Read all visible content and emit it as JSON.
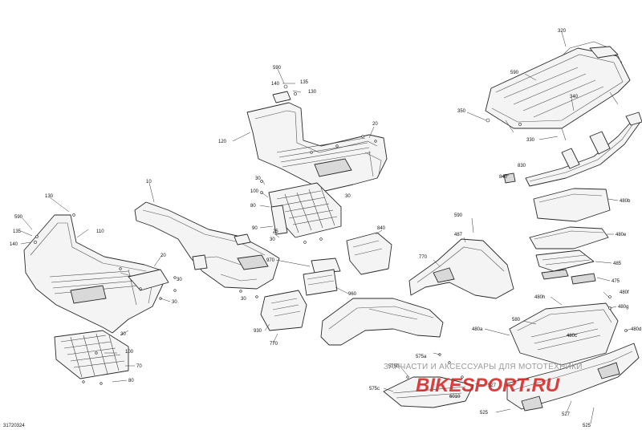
{
  "drawing_number": "31720324",
  "watermark": {
    "text": "ЗАПЧАСТИ И АКСЕССУАРЫ ДЛЯ МОТОТЕХНИКИ",
    "logo_text": "BIKESPORT.RU",
    "logo_color": "#d21f1f"
  },
  "callouts": [
    {
      "id": "c320",
      "label": "320"
    },
    {
      "id": "c590a",
      "label": "590"
    },
    {
      "id": "c340",
      "label": "340"
    },
    {
      "id": "c350",
      "label": "350"
    },
    {
      "id": "c330",
      "label": "330"
    },
    {
      "id": "c830",
      "label": "830"
    },
    {
      "id": "c840",
      "label": "840"
    },
    {
      "id": "c590b",
      "label": "590"
    },
    {
      "id": "c135a",
      "label": "135"
    },
    {
      "id": "c140a",
      "label": "140"
    },
    {
      "id": "c130a",
      "label": "130"
    },
    {
      "id": "c120",
      "label": "120"
    },
    {
      "id": "c20a",
      "label": "20"
    },
    {
      "id": "c30a",
      "label": "30"
    },
    {
      "id": "c100a",
      "label": "100"
    },
    {
      "id": "c80a",
      "label": "80"
    },
    {
      "id": "c90",
      "label": "90"
    },
    {
      "id": "c25",
      "label": "25"
    },
    {
      "id": "c30b",
      "label": "30"
    },
    {
      "id": "c30c",
      "label": "30"
    },
    {
      "id": "c10",
      "label": "10"
    },
    {
      "id": "c30d",
      "label": "30"
    },
    {
      "id": "c130b",
      "label": "130"
    },
    {
      "id": "c590c",
      "label": "590"
    },
    {
      "id": "c135b",
      "label": "135"
    },
    {
      "id": "c140b",
      "label": "140"
    },
    {
      "id": "c110",
      "label": "110"
    },
    {
      "id": "c20b",
      "label": "20"
    },
    {
      "id": "c30e",
      "label": "30"
    },
    {
      "id": "c30f",
      "label": "30"
    },
    {
      "id": "c30g",
      "label": "30"
    },
    {
      "id": "c100b",
      "label": "100"
    },
    {
      "id": "c70",
      "label": "70"
    },
    {
      "id": "c80b",
      "label": "80"
    },
    {
      "id": "c970",
      "label": "970"
    },
    {
      "id": "c840b",
      "label": "840"
    },
    {
      "id": "c960",
      "label": "960"
    },
    {
      "id": "c930",
      "label": "930"
    },
    {
      "id": "c770a",
      "label": "770"
    },
    {
      "id": "c590d",
      "label": "590"
    },
    {
      "id": "c487",
      "label": "487"
    },
    {
      "id": "c770b",
      "label": "770"
    },
    {
      "id": "c480b",
      "label": "480b"
    },
    {
      "id": "c480e",
      "label": "480e"
    },
    {
      "id": "c485",
      "label": "485"
    },
    {
      "id": "c475",
      "label": "475"
    },
    {
      "id": "c480f",
      "label": "480f"
    },
    {
      "id": "c480h",
      "label": "480h"
    },
    {
      "id": "c480g",
      "label": "480g"
    },
    {
      "id": "c480d",
      "label": "480d"
    },
    {
      "id": "c480a",
      "label": "480a"
    },
    {
      "id": "c580",
      "label": "580"
    },
    {
      "id": "c480c",
      "label": "480c"
    },
    {
      "id": "c575a",
      "label": "575a"
    },
    {
      "id": "c575b",
      "label": "575b"
    },
    {
      "id": "c575c",
      "label": "575c"
    },
    {
      "id": "c527a",
      "label": "527"
    },
    {
      "id": "c527b",
      "label": "527"
    },
    {
      "id": "c6010",
      "label": "6010"
    },
    {
      "id": "c525a",
      "label": "525"
    },
    {
      "id": "c525b",
      "label": "525"
    }
  ]
}
